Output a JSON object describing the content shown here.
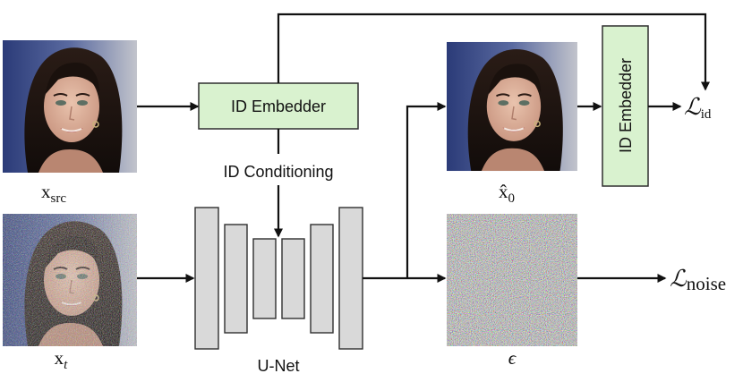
{
  "nodes": {
    "id_embedder_top": "ID Embedder",
    "id_embedder_right": "ID Embedder",
    "id_conditioning": "ID Conditioning",
    "unet": "U-Net"
  },
  "images": {
    "x_src": {
      "base": "x",
      "sub": "src",
      "kind": "face photo"
    },
    "x_t": {
      "base": "x",
      "sub": "t",
      "kind": "noisy face photo"
    },
    "x0_hat": {
      "base": "x̂",
      "sub": "0",
      "kind": "face photo"
    },
    "epsilon": {
      "base": "ϵ",
      "kind": "noise"
    }
  },
  "losses": {
    "id": {
      "symbol": "ℒ",
      "sub": "id"
    },
    "noise": {
      "symbol": "ℒ",
      "sub": "noise"
    }
  },
  "colors": {
    "embedder_fill": "#d9f2cf",
    "unet_fill": "#d9d9d9",
    "arrow": "#111111"
  }
}
